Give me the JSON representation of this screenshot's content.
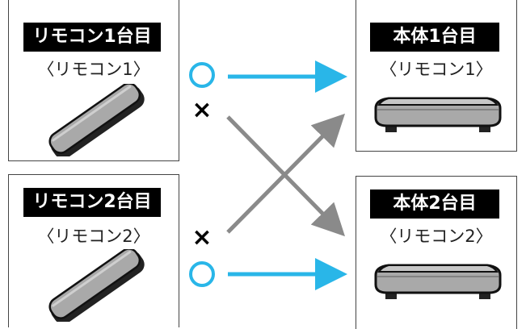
{
  "remote_1": {
    "title": "リモコン1台目",
    "subtitle": "〈リモコン1〉"
  },
  "remote_2": {
    "title": "リモコン2台目",
    "subtitle": "〈リモコン2〉"
  },
  "unit_1": {
    "title": "本体1台目",
    "subtitle": "〈リモコン1〉"
  },
  "unit_2": {
    "title": "本体2台目",
    "subtitle": "〈リモコン2〉"
  },
  "marks": {
    "ok_symbol": "○",
    "ng_symbol": "×"
  },
  "colors": {
    "ok_arrow": "#29b6e8",
    "ng_arrow": "#8a8a8a",
    "badge_background": "#000000",
    "device_gray": "#a9a9a9"
  }
}
